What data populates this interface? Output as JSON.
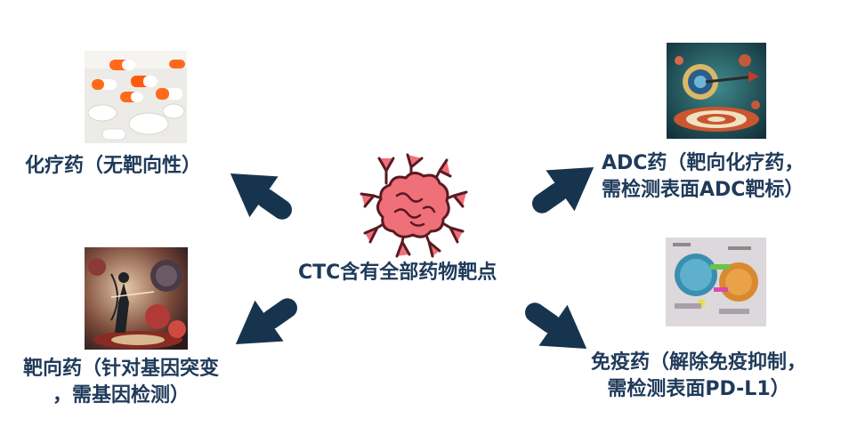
{
  "center": {
    "label": "CTC含有全部药物靶点",
    "icon": "tumor-cell-icon",
    "icon_color": "#f0707a",
    "outline_color": "#5a1a22"
  },
  "arrow_color": "#17344f",
  "text_color": "#1f3a5a",
  "nodes": {
    "chemo": {
      "line1": "化疗药（无靶向性）",
      "image": "pills-image"
    },
    "adc": {
      "line1": "ADC药（靶向化疗药，",
      "line2": "需检测表面ADC靶标）",
      "image": "target-dart-image"
    },
    "targeted": {
      "line1": "靶向药（针对基因突变",
      "line2": "，需基因检测）",
      "image": "archer-cell-image"
    },
    "immuno": {
      "line1": "免疫药（解除免疫抑制，",
      "line2": "需检测表面PD-L1）",
      "image": "immune-cells-image"
    }
  }
}
